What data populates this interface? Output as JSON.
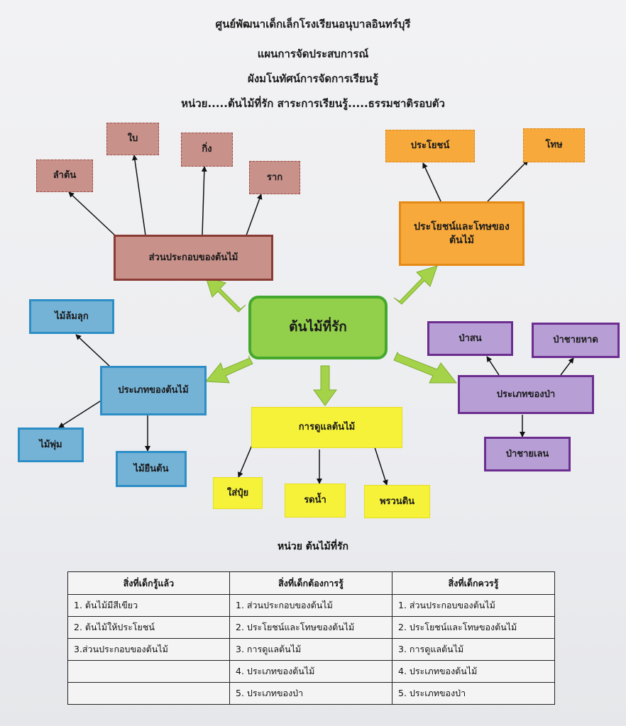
{
  "header": {
    "line1": "ศูนย์พัฒนาเด็กเล็กโรงเรียนอนุบาลอินทร์บุรี",
    "line2": "แผนการจัดประสบการณ์",
    "line3": "ผังมโนทัศน์การจัดการเรียนรู้",
    "line4": "หน่วย.....ต้นไม้ที่รัก  สาระการเรียนรู้.....ธรรมชาติรอบตัว"
  },
  "mindmap": {
    "center": "ต้นไม้ที่รัก",
    "parts": {
      "title": "ส่วนประกอบของต้นไม้",
      "items": [
        "ลำต้น",
        "ใบ",
        "กิ่ง",
        "ราก"
      ]
    },
    "benefits": {
      "title": "ประโยชน์และโทษของต้นไม้",
      "items": [
        "ประโยชน์",
        "โทษ"
      ]
    },
    "types": {
      "title": "ประเภทของต้นไม้",
      "items": [
        "ไม้ล้มลุก",
        "ไม้พุ่ม",
        "ไม้ยืนต้น"
      ]
    },
    "care": {
      "title": "การดูแลต้นไม้",
      "items": [
        "ใส่ปุ๋ย",
        "รดน้ำ",
        "พรวนดิน"
      ]
    },
    "forests": {
      "title": "ประเภทของป่า",
      "items": [
        "ป่าสน",
        "ป่าชายหาด",
        "ป่าชายเลน"
      ]
    }
  },
  "subtitle": "หน่วย   ต้นไม้ที่รัก",
  "table": {
    "headers": [
      "สิ่งที่เด็กรู้แล้ว",
      "สิ่งที่เด็กต้องการรู้",
      "สิ่งที่เด็กควรรู้"
    ],
    "rows": [
      [
        "1. ต้นไม้มีสีเขียว",
        "1. ส่วนประกอบของต้นไม้",
        "1. ส่วนประกอบของต้นไม้"
      ],
      [
        "2. ต้นไม้ให้ประโยชน์",
        "2. ประโยชน์และโทษของต้นไม้",
        "2. ประโยชน์และโทษของต้นไม้"
      ],
      [
        "3.ส่วนประกอบของต้นไม้",
        "3. การดูแลต้นไม้",
        "3. การดูแลต้นไม้"
      ],
      [
        "",
        "4. ประเภทของต้นไม้",
        "4. ประเภทของต้นไม้"
      ],
      [
        "",
        "5. ประเภทของป่า",
        "5. ประเภทของป่า"
      ]
    ]
  },
  "colors": {
    "brown": "#c8918a",
    "orange": "#f7a93b",
    "blue": "#74b2d6",
    "purple": "#b79fd6",
    "yellow": "#f6f23a",
    "green": "#92cf4a",
    "arrow-green": "#a4d34a"
  }
}
